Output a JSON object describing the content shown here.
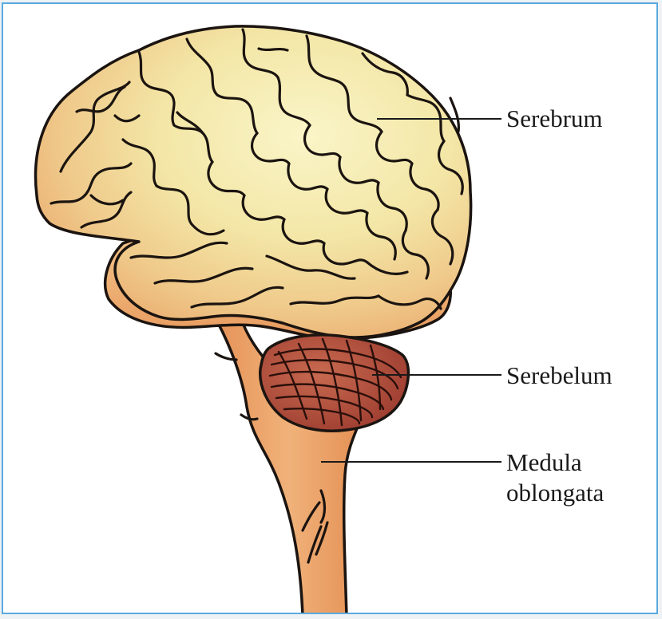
{
  "labels": {
    "cerebrum": "Serebrum",
    "cerebellum": "Serebelum",
    "medulla_line1": "Medula",
    "medulla_line2": "oblongata"
  },
  "colors": {
    "frame_border": "#5aa9df",
    "brain_light": "#f6efb4",
    "brain_mid": "#f1c98a",
    "brain_orange": "#e9a064",
    "cerebellum": "#b44a3c",
    "brainstem": "#eaa06a",
    "outline": "#1b1410"
  }
}
